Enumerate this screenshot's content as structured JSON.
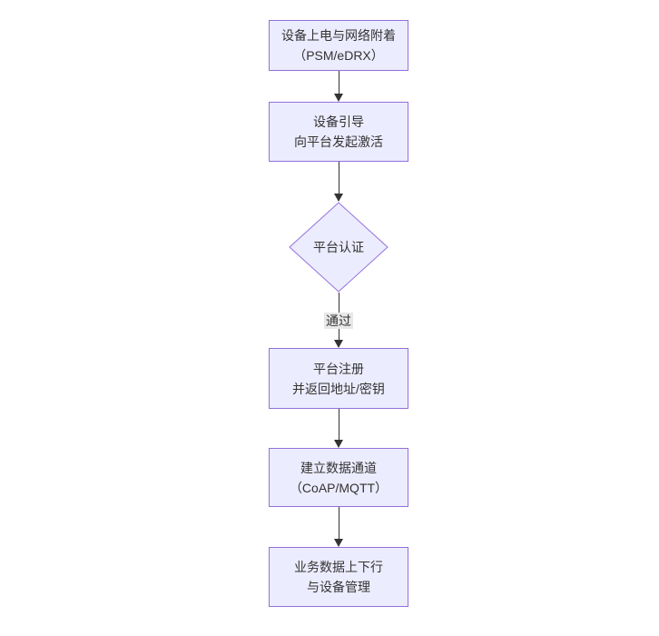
{
  "diagram": {
    "type": "flowchart-top-down",
    "nodes": [
      {
        "id": "power-attach",
        "shape": "rect",
        "lines": [
          "设备上电与网络附着",
          "（PSM/eDRX）"
        ]
      },
      {
        "id": "bootstrap",
        "shape": "rect",
        "lines": [
          "设备引导",
          "向平台发起激活"
        ]
      },
      {
        "id": "platform-auth",
        "shape": "diamond",
        "label": "平台认证"
      },
      {
        "id": "register",
        "shape": "rect",
        "lines": [
          "平台注册",
          "并返回地址/密钥"
        ]
      },
      {
        "id": "data-channel",
        "shape": "rect",
        "lines": [
          "建立数据通道",
          "（CoAP/MQTT）"
        ]
      },
      {
        "id": "business-data",
        "shape": "rect",
        "lines": [
          "业务数据上下行",
          "与设备管理"
        ]
      }
    ],
    "edge_labels": {
      "pass": "通过"
    },
    "colors": {
      "node_fill": "#ECECFF",
      "node_border": "#9370DB",
      "arrow": "#333333",
      "edge_label_bg": "#e8e8e8",
      "text": "#333333",
      "background": "#ffffff"
    }
  }
}
